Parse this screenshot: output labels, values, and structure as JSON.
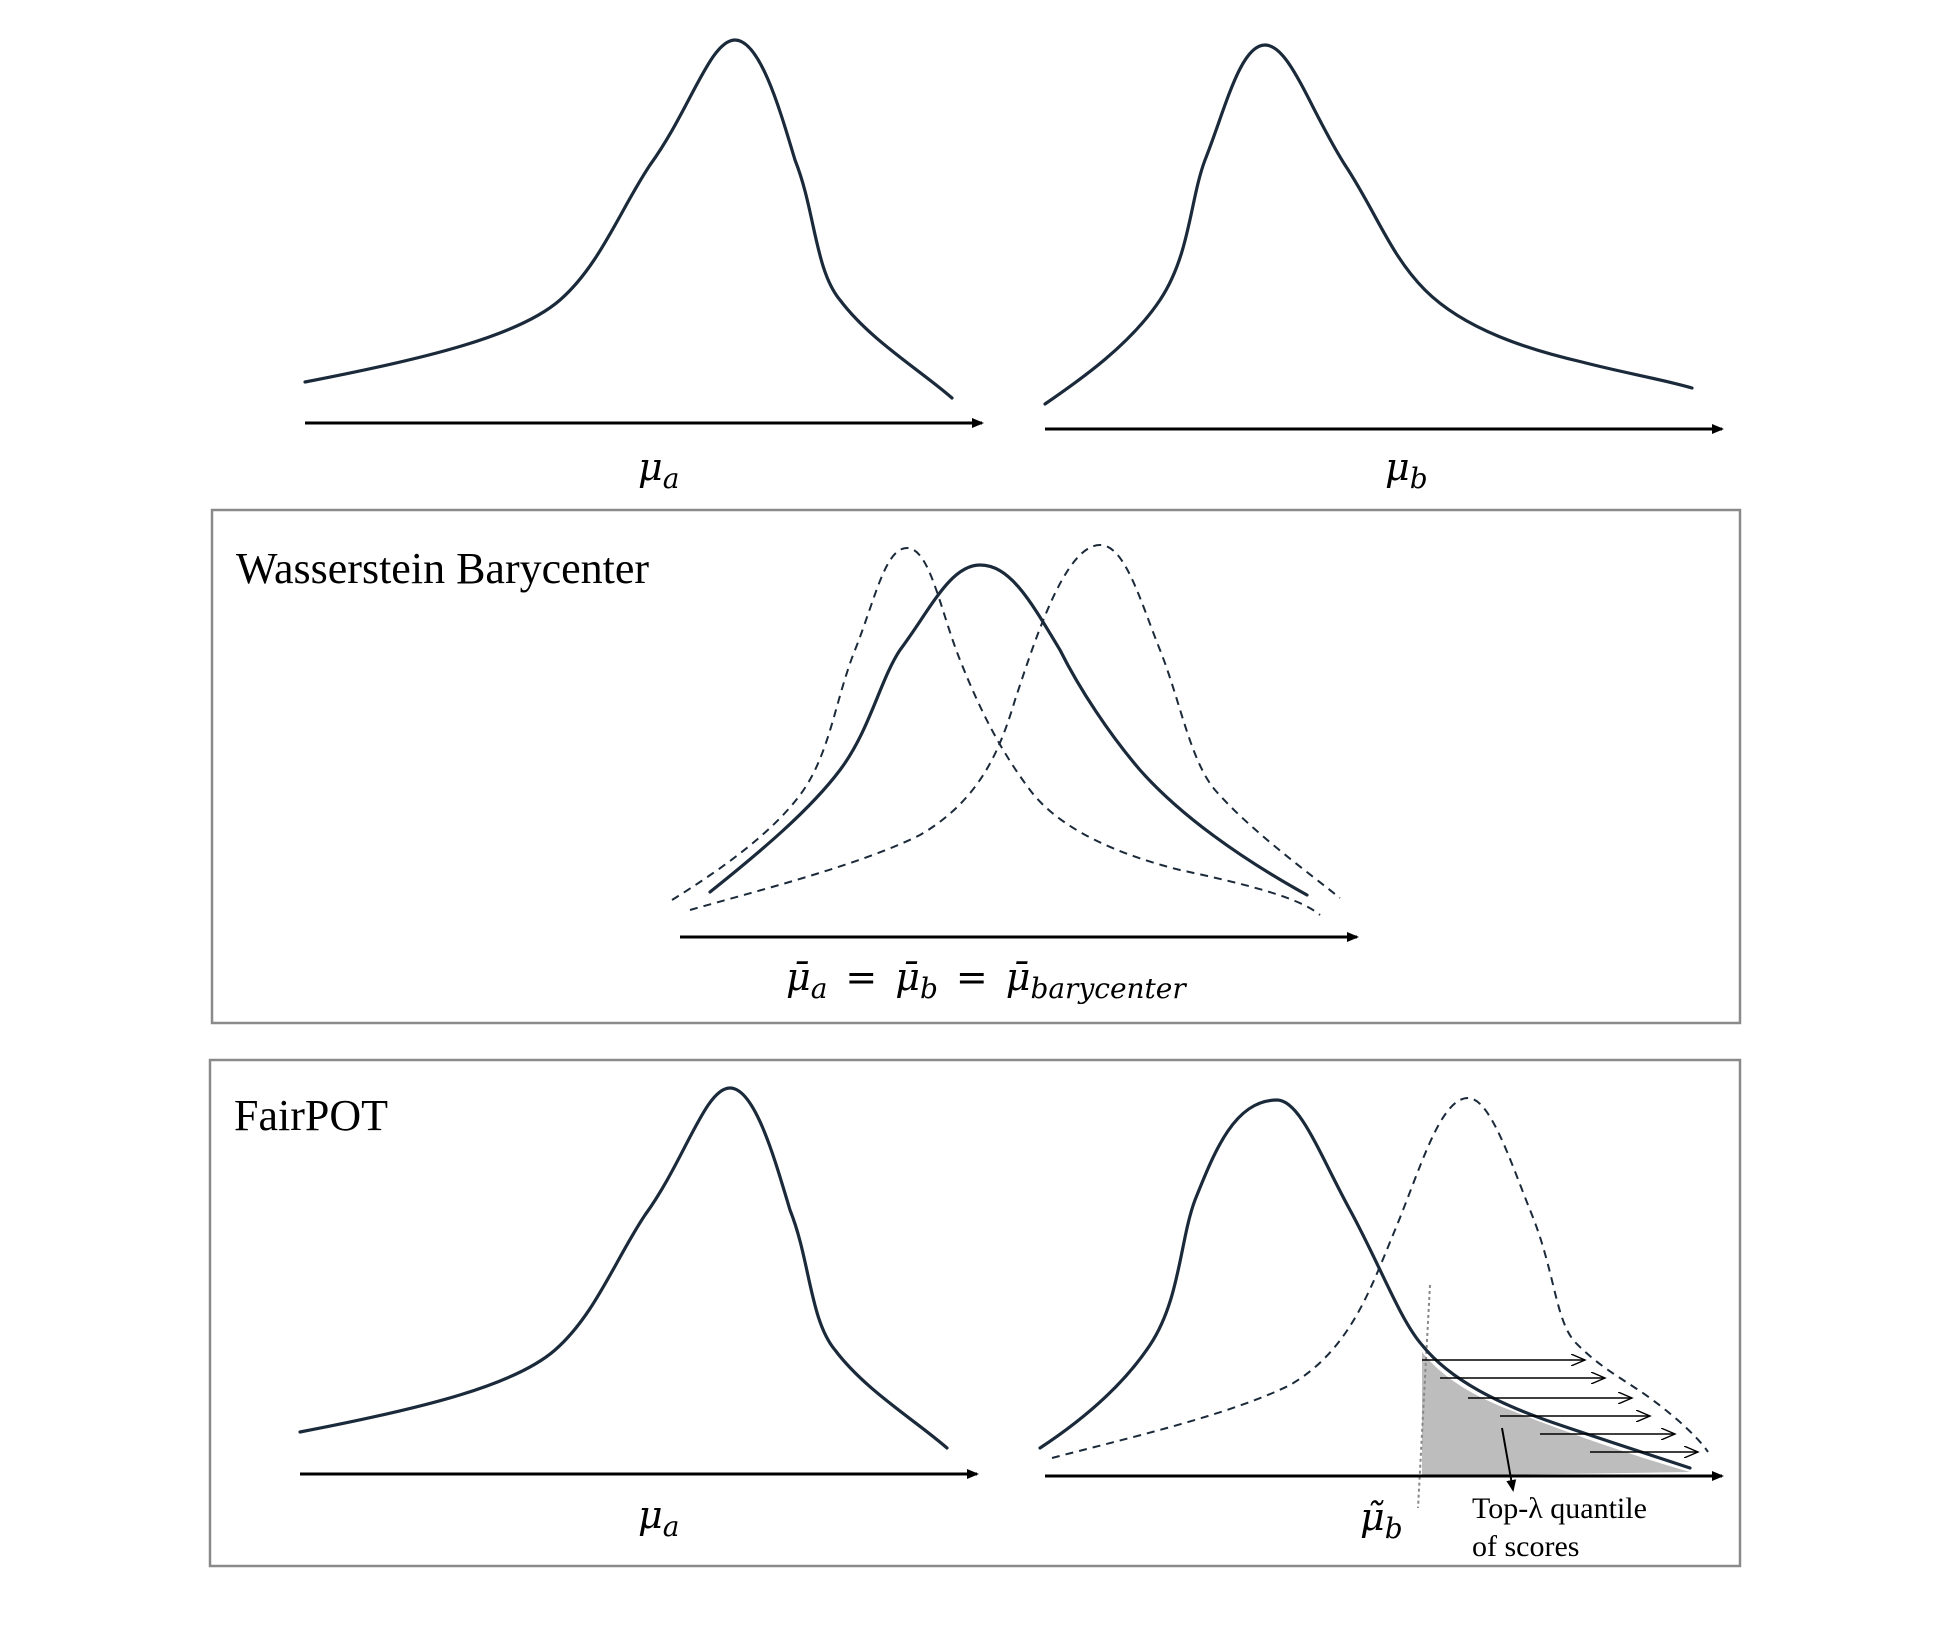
{
  "top": {
    "label_a": "μ",
    "label_a_sub": "a",
    "label_b": "μ",
    "label_b_sub": "b"
  },
  "barycenter_panel": {
    "title": "Wasserstein Barycenter",
    "equation_a": "μ̄",
    "equation_a_sub": "a",
    "equals_1": "=",
    "equation_b": "μ̄",
    "equation_b_sub": "b",
    "equals_2": "=",
    "equation_c": "μ̄",
    "equation_c_sub": "barycenter"
  },
  "fairpot_panel": {
    "title": "FairPOT",
    "label_a": "μ",
    "label_a_sub": "a",
    "label_b": "μ̃",
    "label_b_sub": "b",
    "annotation_line1": "Top-λ quantile",
    "annotation_line2": "of scores"
  },
  "colors": {
    "curve": "#1b2a3a",
    "shade": "#bdbdbd",
    "panel_border": "#8a8a8a"
  }
}
